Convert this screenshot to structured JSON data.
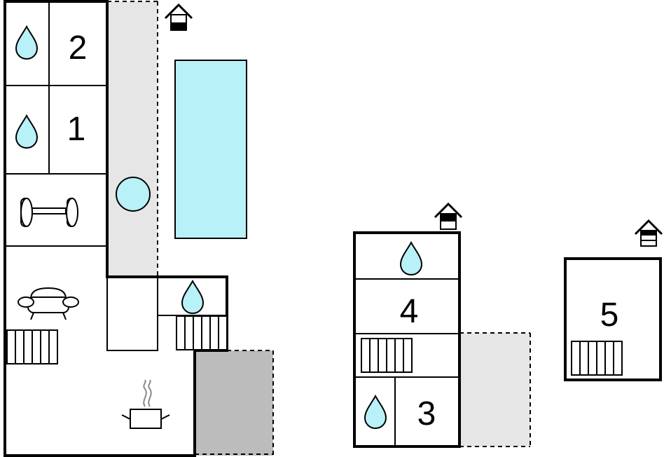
{
  "rooms": {
    "r1": "1",
    "r2": "2",
    "r3": "3",
    "r4": "4",
    "r5": "5"
  },
  "colors": {
    "water": "#b8f1f8",
    "terrace_light": "#e6e6e6",
    "terrace_dark": "#bcbcbc"
  },
  "icons": [
    "water-drop-icon",
    "dumbbell-icon",
    "sofa-icon",
    "radiator-icon",
    "cooking-pot-icon",
    "house-entrance-icon",
    "pool",
    "round-pool"
  ]
}
